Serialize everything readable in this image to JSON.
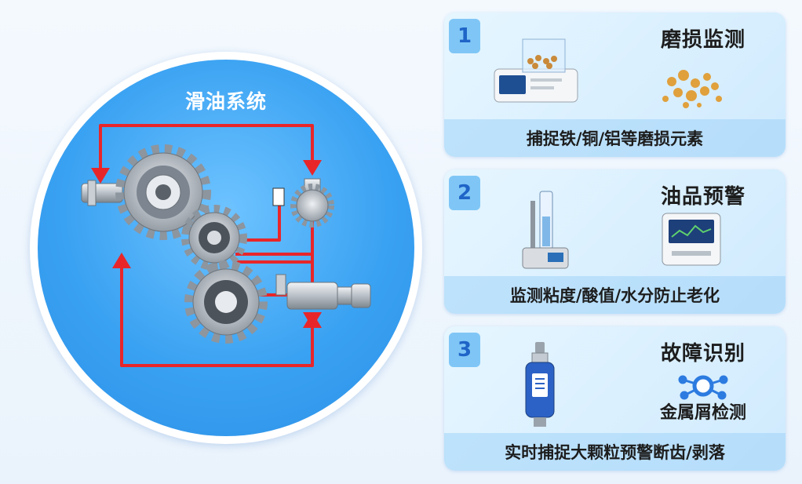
{
  "lubrication": {
    "title": "滑油系统"
  },
  "cards": [
    {
      "number": "1",
      "title": "磨损监测",
      "description": "捕捉铁/铜/铝等磨损元素"
    },
    {
      "number": "2",
      "title": "油品预警",
      "description": "监测粘度/酸值/水分防止老化"
    },
    {
      "number": "3",
      "title": "故障识别",
      "subtitle": "金属屑检测",
      "description": "实时捕捉大颗粒预警断齿/剥落"
    }
  ],
  "colors": {
    "circle_blue": "#3aa2f2",
    "flow_red": "#e8262a",
    "card_bg": "#d8effe",
    "number_text": "#1f64c7"
  }
}
